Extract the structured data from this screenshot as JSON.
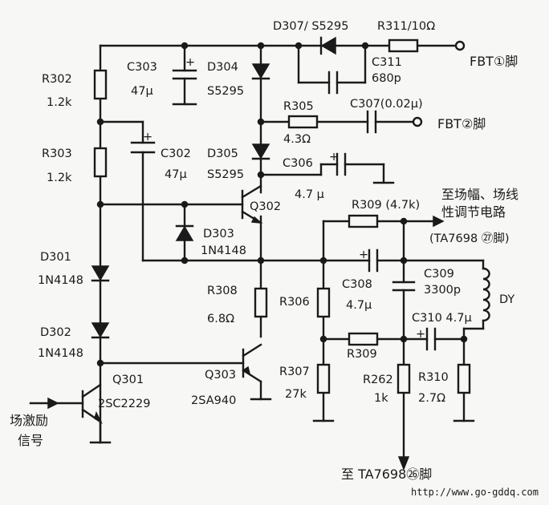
{
  "labels": {
    "d307": "D307/ S5295",
    "r311": "R311/10Ω",
    "c311_name": "C311",
    "c311_val": "680p",
    "fbt1": "FBT①脚",
    "c303_name": "C303",
    "c303_val": "47μ",
    "d304_name": "D304",
    "d304_val": "S5295",
    "r302_name": "R302",
    "r302_val": "1.2k",
    "r305_name": "R305",
    "r305_val": "4.3Ω",
    "c307": "C307(0.02μ)",
    "fbt2": "FBT②脚",
    "r303_name": "R303",
    "r303_val": "1.2k",
    "c302_name": "C302",
    "c302_val": "47μ",
    "d305_name": "D305",
    "d305_val": "S5295",
    "c306_name": "C306",
    "c306_val": "4.7 μ",
    "q302": "Q302",
    "r309_top": "R309 (4.7k)",
    "to_amp_1": "至场幅、场线",
    "to_amp_2": "性调节电路",
    "ta7698_27": "(TA7698 ㉗脚)",
    "d303_name": "D303",
    "d303_val": "1N4148",
    "d301_name": "D301",
    "d301_val": "1N4148",
    "c309_name": "C309",
    "c309_val": "3300p",
    "dy": "DY",
    "r308_name": "R308",
    "r308_val": "6.8Ω",
    "r306": "R306",
    "c308_name": "C308",
    "c308_val": "4.7μ",
    "c310": "C310 4.7μ",
    "d302_name": "D302",
    "d302_val": "1N4148",
    "r309_bot": "R309",
    "r307_name": "R307",
    "r307_val": "27k",
    "r262_name": "R262",
    "r262_val": "1k",
    "r310_name": "R310",
    "r310_val": "2.7Ω",
    "q301_name": "Q301",
    "q301_val": "2SC2229",
    "q303_name": "Q303",
    "q303_val": "2SA940",
    "input_1": "场激励",
    "input_2": "信号",
    "to_ta7698_26": "至 TA7698㉖脚",
    "url": "http://www.go-gddq.com"
  }
}
